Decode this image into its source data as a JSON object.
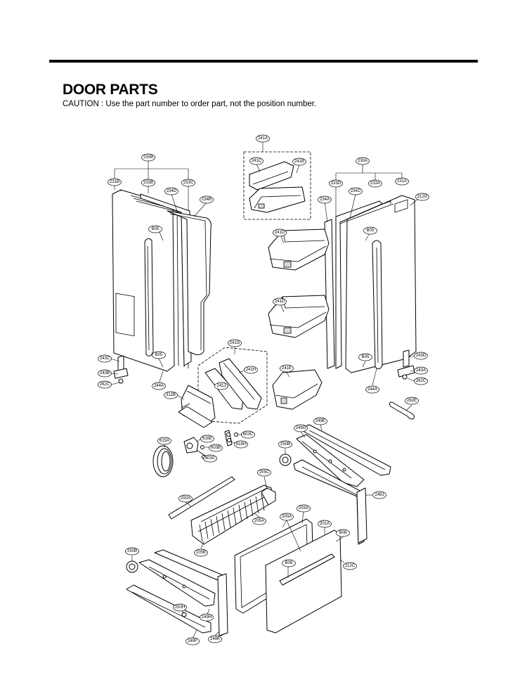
{
  "header": {
    "title": "DOOR PARTS",
    "caution": "CAUTION : Use the part number to order part, not the position number."
  },
  "callouts": [
    "241A",
    "241C",
    "241B",
    "230B",
    "231B",
    "233B",
    "234D",
    "233C",
    "234B",
    "B05",
    "230A",
    "233D",
    "234C",
    "233A",
    "231A",
    "212G",
    "234A",
    "241D",
    "241D",
    "B05",
    "B05",
    "243C",
    "243B",
    "262C",
    "244A",
    "241G",
    "241H",
    "241J",
    "312B",
    "241E",
    "B05",
    "243D",
    "243A",
    "262C",
    "244A",
    "262E",
    "249G",
    "249E",
    "615A",
    "616E",
    "603B",
    "603C",
    "603C",
    "616H",
    "250B",
    "205C",
    "249J",
    "250A",
    "203A",
    "200A",
    "201A",
    "B06",
    "205A",
    "205B",
    "250B",
    "B06",
    "212C",
    "250H",
    "249H",
    "249K",
    "249F"
  ]
}
